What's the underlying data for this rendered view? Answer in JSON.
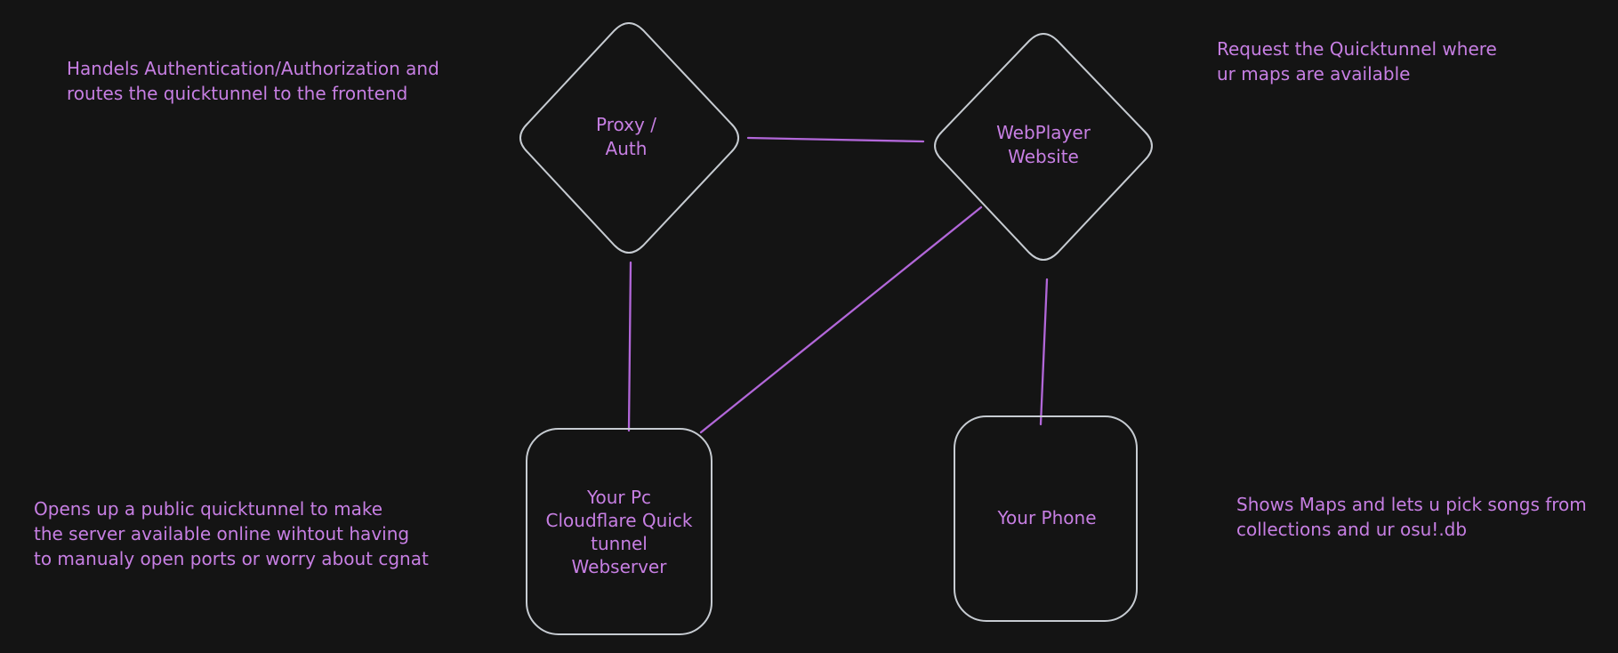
{
  "canvas": {
    "theme": "dark",
    "colors": {
      "background": "#141414",
      "shape_stroke": "#c6cbd1",
      "connector": "#b267d9",
      "text": "#c77fe3"
    }
  },
  "nodes": [
    {
      "id": "proxy-auth",
      "shape": "diamond",
      "label": "Proxy /\nAuth"
    },
    {
      "id": "webplayer-website",
      "shape": "diamond",
      "label": "WebPlayer\nWebsite"
    },
    {
      "id": "your-pc",
      "shape": "rounded-rectangle",
      "label": "Your Pc\nCloudflare Quick\ntunnel\nWebserver"
    },
    {
      "id": "your-phone",
      "shape": "rounded-rectangle",
      "label": "Your Phone"
    }
  ],
  "connectors": [
    {
      "from": "proxy-auth",
      "to": "webplayer-website"
    },
    {
      "from": "proxy-auth",
      "to": "your-pc"
    },
    {
      "from": "webplayer-website",
      "to": "your-pc"
    },
    {
      "from": "webplayer-website",
      "to": "your-phone"
    }
  ],
  "annotations": [
    {
      "id": "proxy-auth-note",
      "text": "Handels Authentication/Authorization and\nroutes the quicktunnel to the frontend"
    },
    {
      "id": "webplayer-note",
      "text": "Request the Quicktunnel where\nur maps are available"
    },
    {
      "id": "your-pc-note",
      "text": "Opens up a public quicktunnel to make\nthe server available online wihtout having\nto manualy open ports or worry about cgnat"
    },
    {
      "id": "your-phone-note",
      "text": "Shows Maps and lets u pick songs from\ncollections and ur osu!.db"
    }
  ]
}
